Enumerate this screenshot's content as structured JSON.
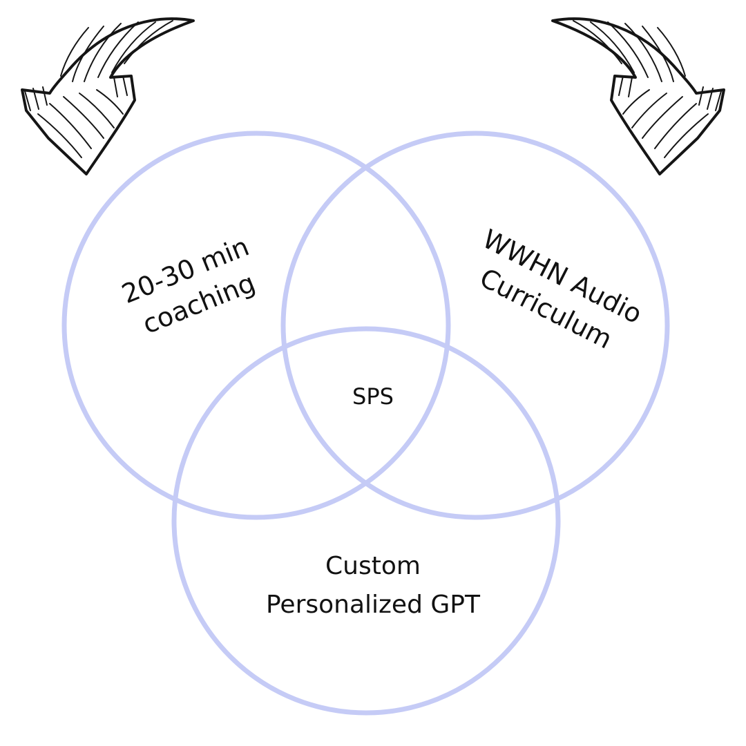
{
  "colors": {
    "circle_stroke": "#c5cbf6",
    "text": "#111111",
    "arrow_ink": "#151515"
  },
  "icons": {
    "left_arrow": "curved-arrow-down-left-icon",
    "right_arrow": "curved-arrow-down-right-icon"
  },
  "venn": {
    "sets": {
      "coaching": {
        "line1": "20-30 min",
        "line2": "coaching"
      },
      "audio": {
        "line1": "WWHN Audio",
        "line2": "Curriculum"
      },
      "gpt": {
        "line1": "Custom",
        "line2": "Personalized GPT"
      }
    },
    "center_label": "SPS"
  }
}
